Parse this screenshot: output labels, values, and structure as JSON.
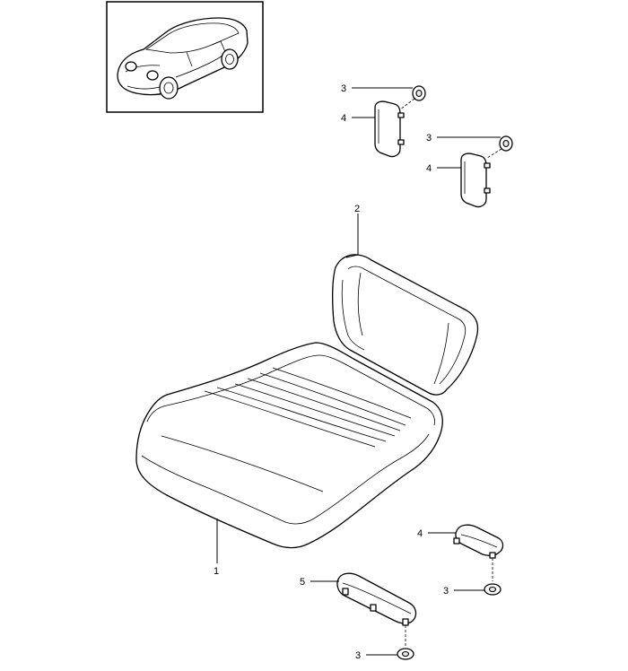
{
  "callouts": {
    "c3a": "3",
    "c4a": "4",
    "c3b": "3",
    "c4b": "4",
    "c2": "2",
    "c1": "1",
    "c4c": "4",
    "c5": "5",
    "c3c": "3",
    "c3d": "3"
  }
}
